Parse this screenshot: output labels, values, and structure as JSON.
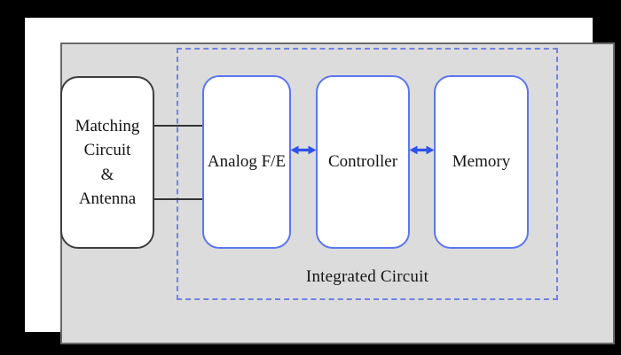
{
  "diagram": {
    "integrated_circuit": {
      "label": "Integrated Circuit"
    },
    "antenna_block": {
      "lines": [
        "Matching",
        "Circuit",
        "&",
        "Antenna"
      ]
    },
    "ic_blocks": [
      {
        "label": "Analog F/E"
      },
      {
        "label": "Controller"
      },
      {
        "label": "Memory"
      }
    ],
    "colors": {
      "page_bg": "#000000",
      "mat_bg": "#ffffff",
      "panel_bg": "#dcdcdc",
      "panel_border": "#6a6a6a",
      "block_bg": "#ffffff",
      "block_border": "#5b76f0",
      "antenna_border": "#3d3d3d",
      "dashed_border": "#7183e0",
      "arrow": "#2d53ea",
      "wire": "#333333",
      "text": "#141414"
    }
  }
}
